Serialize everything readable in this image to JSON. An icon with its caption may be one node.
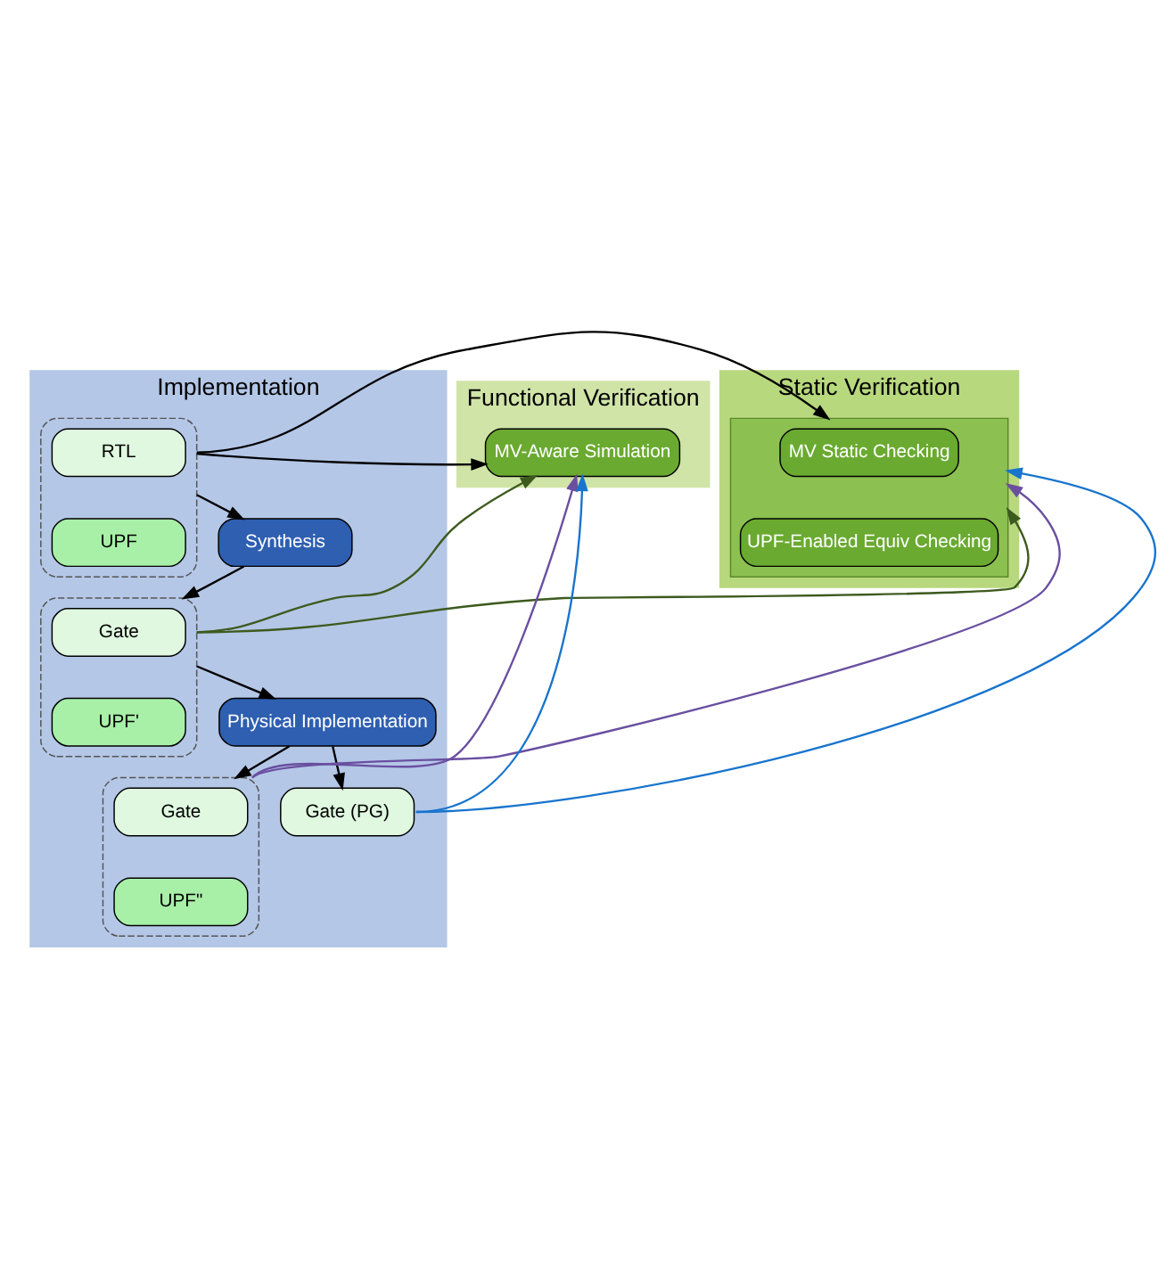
{
  "diagram": {
    "nodes": [
      {
        "text": [
          "Implementation"
        ]
      },
      {
        "text": [
          "Functional Verification"
        ]
      },
      {
        "text": [
          "Static Verification"
        ]
      },
      {
        "text": [],
        "shape": "ellipse",
        "in": 0
      },
      {
        "text": [
          "RTL"
        ],
        "in": 3
      },
      {
        "text": [
          "UPF"
        ],
        "in": 3
      },
      {
        "text": [
          "Synthesis"
        ],
        "in": 0
      },
      {
        "text": [],
        "shape": "ellipse",
        "in": 0
      },
      {
        "text": [
          "Gate"
        ],
        "in": 7
      },
      {
        "text": [
          "UPF'"
        ],
        "in": 7
      },
      {
        "text": [
          "Physical Implementation"
        ],
        "in": 0
      },
      {
        "text": [],
        "shape": "ellipse",
        "in": 0
      },
      {
        "text": [
          "Gate"
        ],
        "in": 11
      },
      {
        "text": [
          "UPF\""
        ],
        "in": 11
      },
      {
        "text": [
          "Gate (PG)"
        ],
        "in": 0
      },
      {
        "text": [
          "MV-Aware Simulation"
        ],
        "in": 1
      },
      {
        "text": [],
        "shape": "box",
        "in": 2
      },
      {
        "text": [
          "MV Static Checking"
        ],
        "in": 16
      },
      {
        "text": [
          "UPF-Enabled Equiv Checking"
        ],
        "in": 16
      }
    ],
    "edges": [
      {
        "from": 3,
        "to": 6,
        "arrow": "to"
      },
      {
        "from": 3,
        "to": 15,
        "arrow": "to"
      },
      {
        "from": 3,
        "to": 16,
        "arrow": "to"
      },
      {
        "from": 6,
        "to": 7,
        "arrow": "to"
      },
      {
        "from": 7,
        "to": 10,
        "arrow": "to"
      },
      {
        "from": 10,
        "to": 11,
        "arrow": "to"
      },
      {
        "from": 10,
        "to": 14,
        "arrow": "to"
      },
      {
        "from": 7,
        "to": 15,
        "arrow": "to",
        "color": "#3d5a1e"
      },
      {
        "from": 7,
        "to": 16,
        "arrow": "to",
        "color": "#3d5a1e"
      },
      {
        "from": 11,
        "to": 15,
        "arrow": "to",
        "color": "#6a4fa0"
      },
      {
        "from": 11,
        "to": 16,
        "arrow": "to",
        "color": "#6a4fa0"
      },
      {
        "from": 14,
        "to": 15,
        "arrow": "to",
        "color": "#1874cd"
      },
      {
        "from": 14,
        "to": 16,
        "arrow": "to",
        "color": "#1874cd"
      }
    ]
  }
}
